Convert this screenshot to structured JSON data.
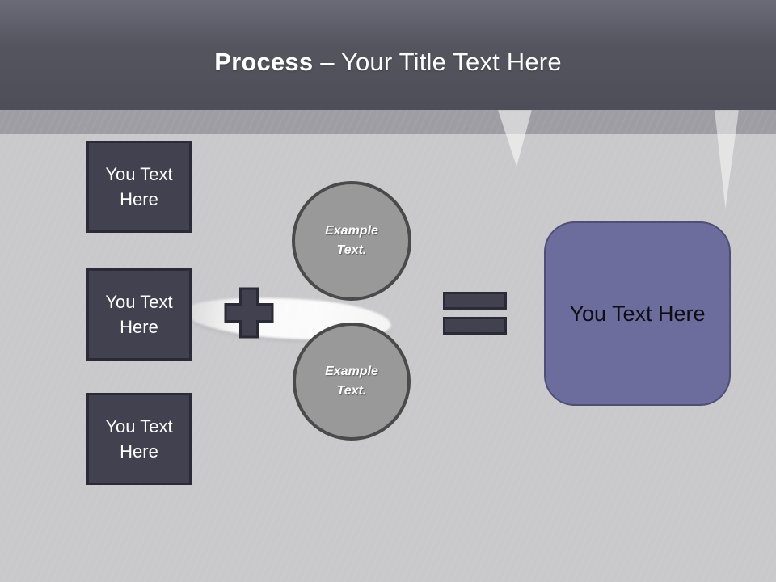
{
  "header": {
    "title_bold": "Process",
    "title_rest": "– Your Title Text Here"
  },
  "inputs": [
    {
      "label": "You Text Here"
    },
    {
      "label": "You Text Here"
    },
    {
      "label": "You Text Here"
    }
  ],
  "operators": {
    "plus": "plus-icon",
    "equals": "equals-icon"
  },
  "circles": [
    {
      "label": "Example Text."
    },
    {
      "label": "Example Text."
    }
  ],
  "result": {
    "label": "You Text Here"
  },
  "theme": {
    "header_top": "#6b6b78",
    "header_mid": "#55555f",
    "header_bottom": "#4e4e59",
    "band": "#9d9da3",
    "canvas": "#c9c9cb",
    "shape_dark": "#41414f",
    "shape_dark_border": "#2b2b37",
    "circle_fill": "#999999",
    "circle_border": "#4a4a4a",
    "accent_purple": "#6c6c9d",
    "accent_purple_border": "#4e4e76",
    "text_light": "#ffffff",
    "text_dark": "#0e0e16"
  }
}
